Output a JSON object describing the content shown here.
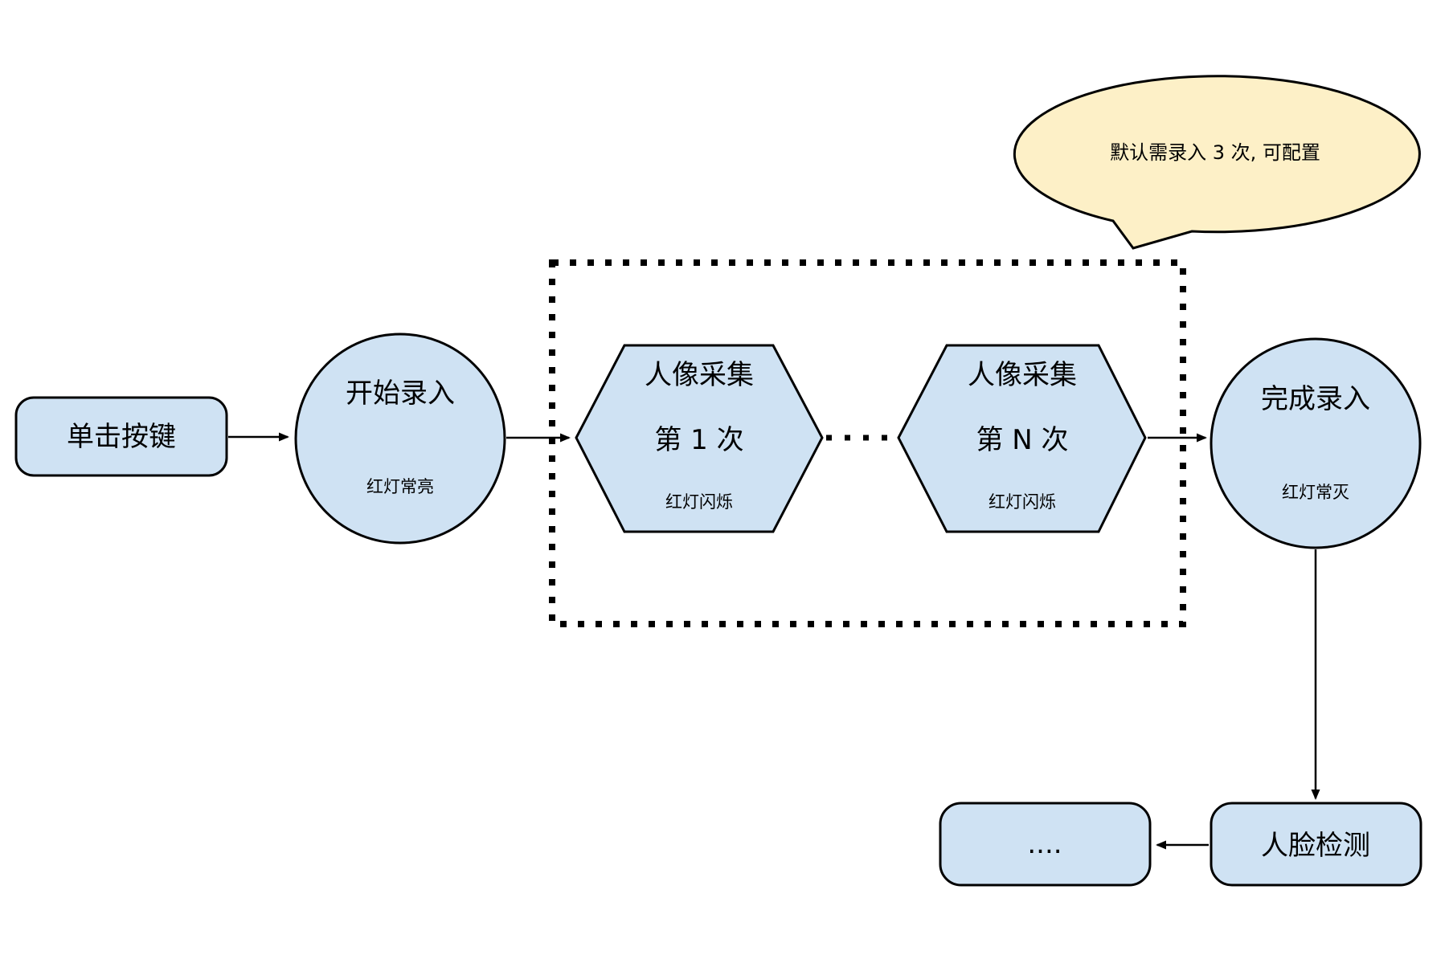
{
  "colors": {
    "node_fill": "#cfe2f3",
    "callout_fill": "#fdf0c7",
    "stroke": "#000000"
  },
  "callout": {
    "text": "默认需录入 3 次, 可配置"
  },
  "nodes": {
    "click_key": {
      "label": "单击按键"
    },
    "start_record": {
      "label": "开始录入",
      "status": "红灯常亮"
    },
    "capture_first": {
      "line1": "人像采集",
      "line2": "第 1 次",
      "status": "红灯闪烁"
    },
    "capture_nth": {
      "line1": "人像采集",
      "line2": "第 N 次",
      "status": "红灯闪烁"
    },
    "finish_record": {
      "label": "完成录入",
      "status": "红灯常灭"
    },
    "face_detection": {
      "label": "人脸检测"
    },
    "ellipsis": {
      "label": "...."
    }
  }
}
